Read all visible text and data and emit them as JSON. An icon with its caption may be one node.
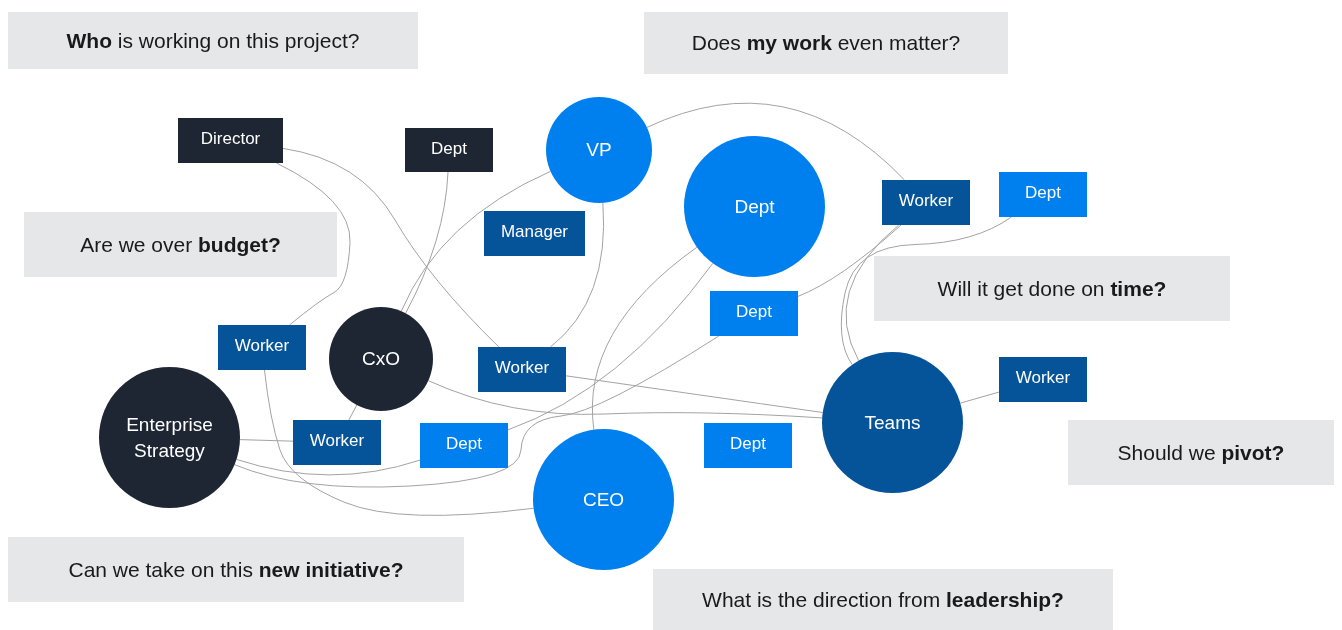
{
  "diagram": {
    "nodes": [
      {
        "text": [
          "**Who** is working on this project?"
        ]
      },
      {
        "text": [
          "Does **my work** even matter?"
        ]
      },
      {
        "text": [
          "Director"
        ]
      },
      {
        "text": [
          "Dept"
        ]
      },
      {
        "text": [
          "VP"
        ]
      },
      {
        "text": [
          "Dept"
        ]
      },
      {
        "text": [
          "Manager"
        ]
      },
      {
        "text": [
          "Worker"
        ]
      },
      {
        "text": [
          "Dept"
        ]
      },
      {
        "text": [
          "Are we over **budget?**"
        ]
      },
      {
        "text": [
          "Will it get done on **time?**"
        ]
      },
      {
        "text": [
          "Dept"
        ]
      },
      {
        "text": [
          "Worker"
        ]
      },
      {
        "text": [
          "CxO"
        ]
      },
      {
        "text": [
          "Worker"
        ]
      },
      {
        "text": [
          "Teams"
        ]
      },
      {
        "text": [
          "Worker"
        ]
      },
      {
        "text": [
          "Enterprise Strategy"
        ]
      },
      {
        "text": [
          "Worker"
        ]
      },
      {
        "text": [
          "Dept"
        ]
      },
      {
        "text": [
          "Dept"
        ]
      },
      {
        "text": [
          "Should we **pivot?**"
        ]
      },
      {
        "text": [
          "CEO"
        ]
      },
      {
        "text": [
          "Can we take on this **new initiative?**"
        ]
      },
      {
        "text": [
          "What is the direction from **leadership?**"
        ]
      }
    ],
    "edges": [
      {
        "from": 2,
        "to": 12,
        "arrow": "none"
      },
      {
        "from": 2,
        "to": 14,
        "arrow": "none"
      },
      {
        "from": 3,
        "to": 13,
        "arrow": "none"
      },
      {
        "from": 4,
        "to": 13,
        "arrow": "none"
      },
      {
        "from": 4,
        "to": 7,
        "arrow": "none"
      },
      {
        "from": 7,
        "to": 15,
        "arrow": "none"
      },
      {
        "from": 4,
        "to": 14,
        "arrow": "none"
      },
      {
        "from": 5,
        "to": 22,
        "arrow": "none"
      },
      {
        "from": 5,
        "to": 19,
        "arrow": "none"
      },
      {
        "from": 7,
        "to": 11,
        "arrow": "none"
      },
      {
        "from": 17,
        "to": 11,
        "arrow": "none"
      },
      {
        "from": 17,
        "to": 19,
        "arrow": "none"
      },
      {
        "from": 17,
        "to": 18,
        "arrow": "none"
      },
      {
        "from": 8,
        "to": 15,
        "arrow": "none"
      },
      {
        "from": 13,
        "to": 15,
        "arrow": "none"
      },
      {
        "from": 14,
        "to": 15,
        "arrow": "none"
      },
      {
        "from": 13,
        "to": 18,
        "arrow": "none"
      },
      {
        "from": 12,
        "to": 22,
        "arrow": "none"
      },
      {
        "from": 16,
        "to": 15,
        "arrow": "none"
      }
    ]
  }
}
